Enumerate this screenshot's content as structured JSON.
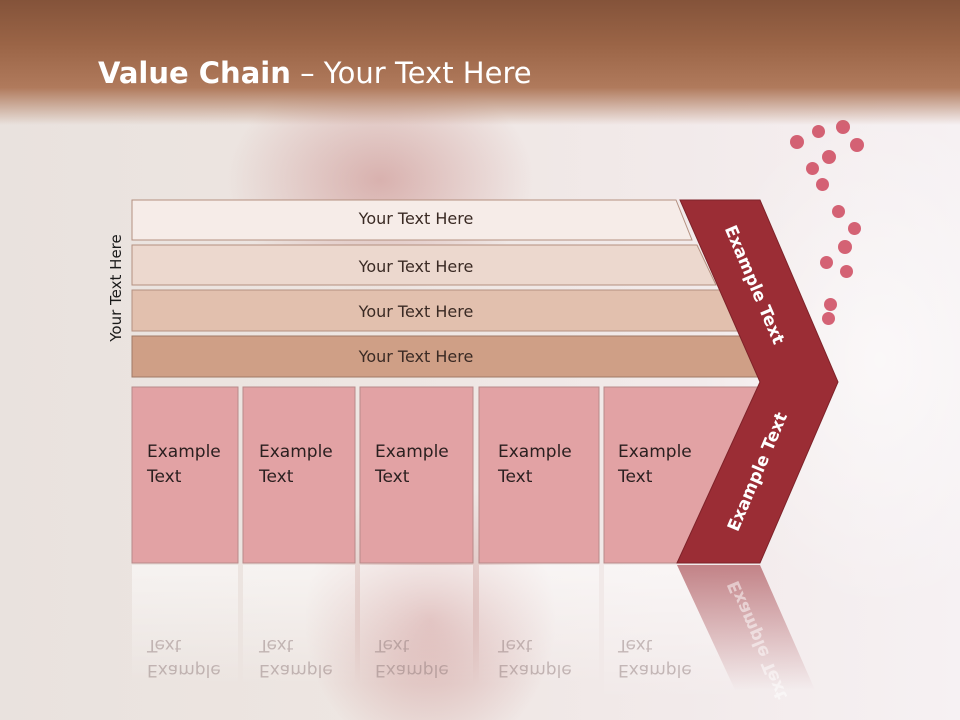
{
  "slide": {
    "title_bold": "Value Chain",
    "title_rest": " – Your Text Here",
    "vertical_label": "Your Text Here"
  },
  "bars": [
    "Your Text Here",
    "Your Text Here",
    "Your Text Here",
    "Your Text Here"
  ],
  "columns": [
    {
      "line1": "Example",
      "line2": "Text"
    },
    {
      "line1": "Example",
      "line2": "Text"
    },
    {
      "line1": "Example",
      "line2": "Text"
    },
    {
      "line1": "Example",
      "line2": "Text"
    },
    {
      "line1": "Example",
      "line2": "Text"
    }
  ],
  "chevron": {
    "upper_label": "Example Text",
    "lower_label": "Example Text"
  },
  "colors": {
    "title_bar": "#9a6446",
    "chevron": "#9b2d35",
    "columns": "#e2a2a4",
    "bar_1": "#f6ece8",
    "bar_2": "#ecd8ce",
    "bar_3": "#e2c0ae",
    "bar_4": "#cf9f86"
  }
}
